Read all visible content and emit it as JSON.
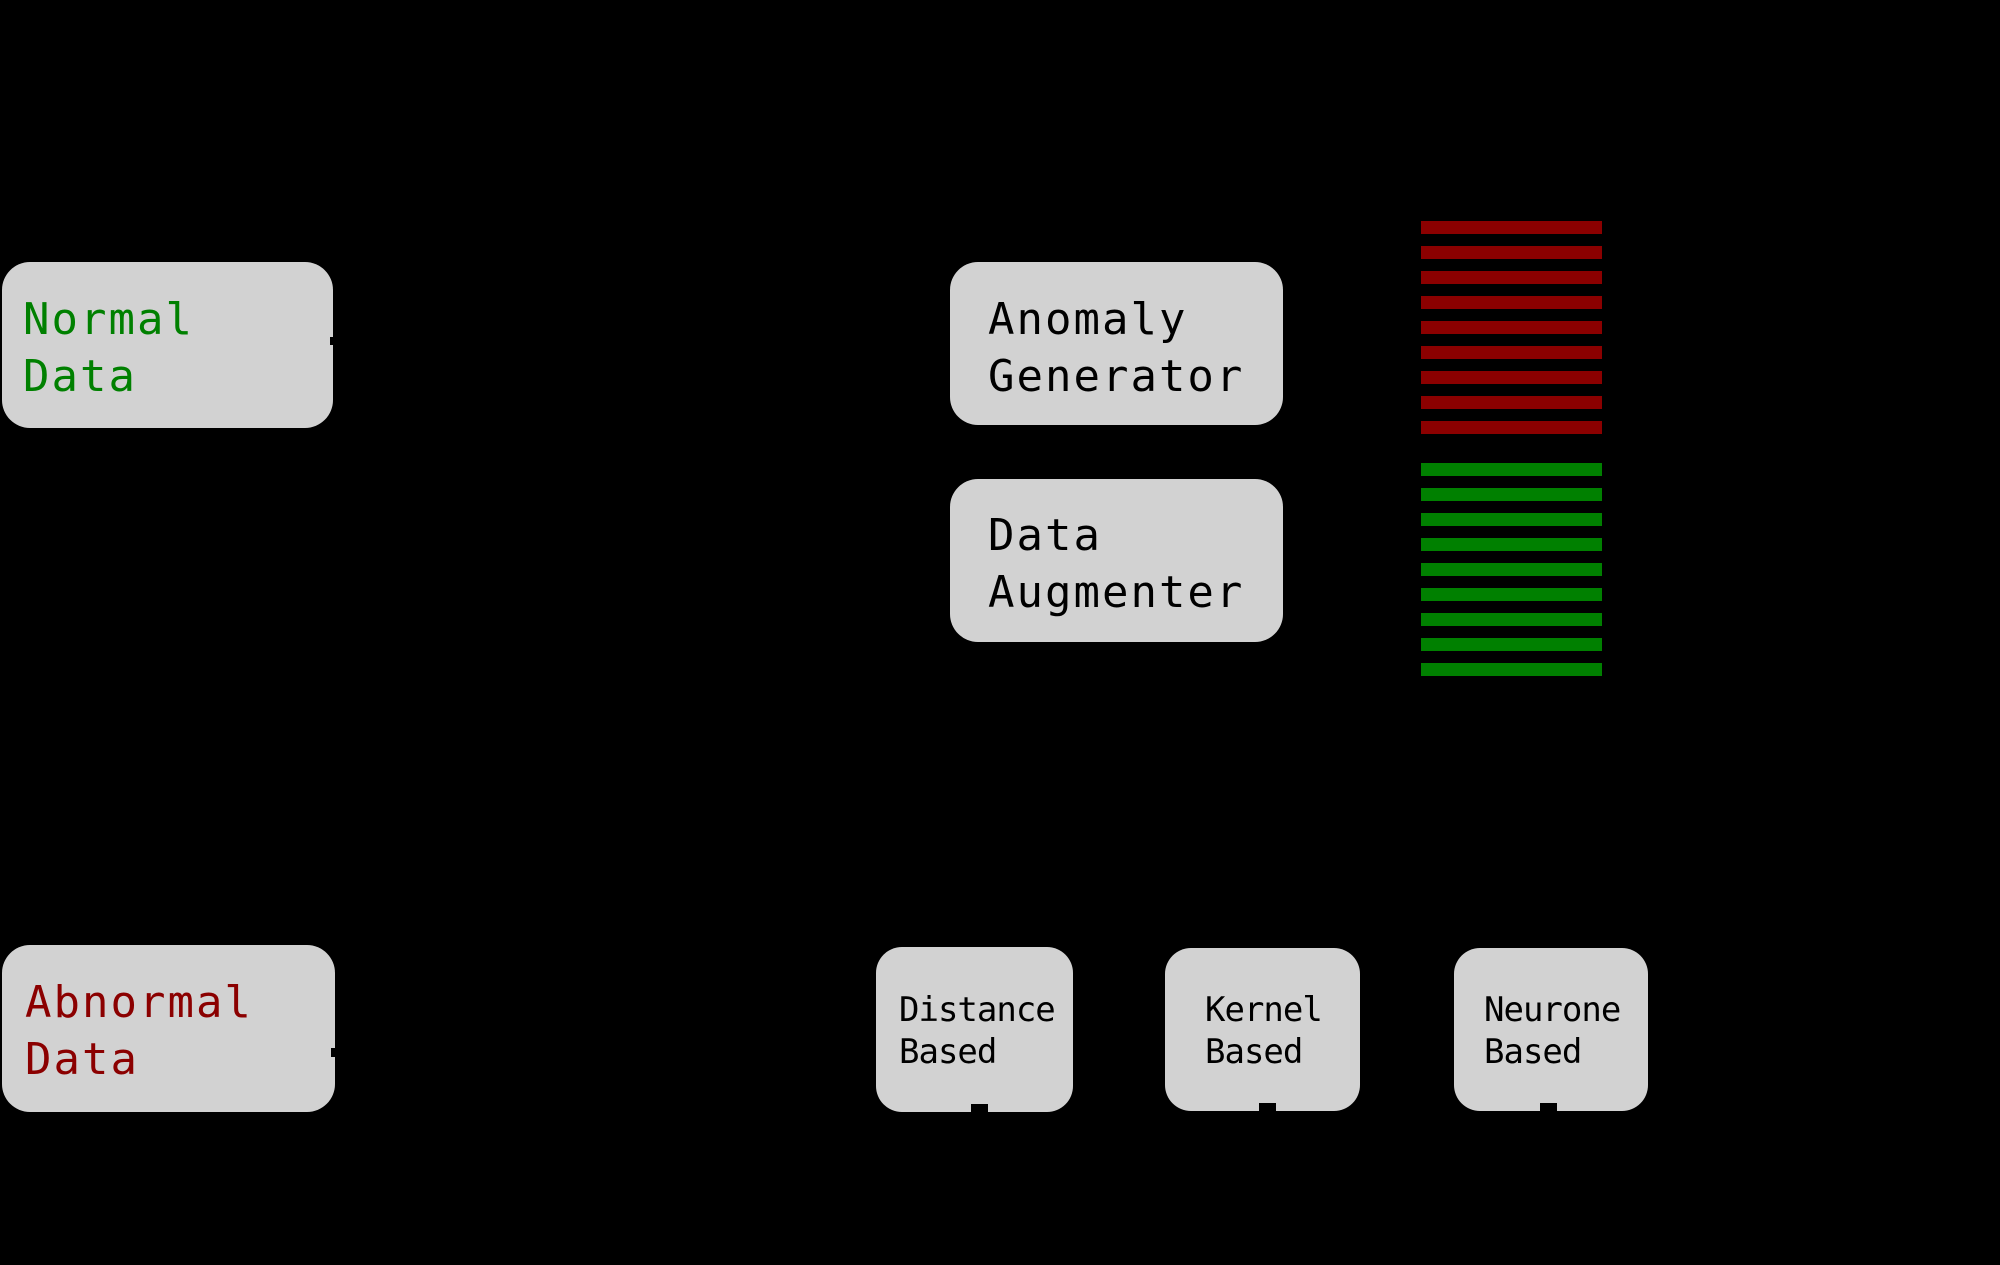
{
  "colors": {
    "background": "#000000",
    "box_fill": "#d2d2d2",
    "black_text": "#000000",
    "normal_text": "#008000",
    "abnormal_text": "#8b0000",
    "red_stripe": "#8b0000",
    "green_stripe": "#008000"
  },
  "boxes": {
    "normal": {
      "label": "Normal\nData"
    },
    "abnormal": {
      "label": "Abnormal\nData"
    },
    "anomaly_generator": {
      "label": "Anomaly\nGenerator"
    },
    "data_augmenter": {
      "label": "Data\nAugmenter"
    },
    "distance": {
      "label": "Distance\nBased"
    },
    "kernel": {
      "label": "Kernel\nBased"
    },
    "neurone": {
      "label": "Neurone\nBased"
    }
  },
  "stripes": {
    "groups": [
      {
        "name": "red-stripe",
        "color": "#8b0000",
        "count": 9
      },
      {
        "name": "green-stripe",
        "color": "#008000",
        "count": 9
      }
    ]
  }
}
